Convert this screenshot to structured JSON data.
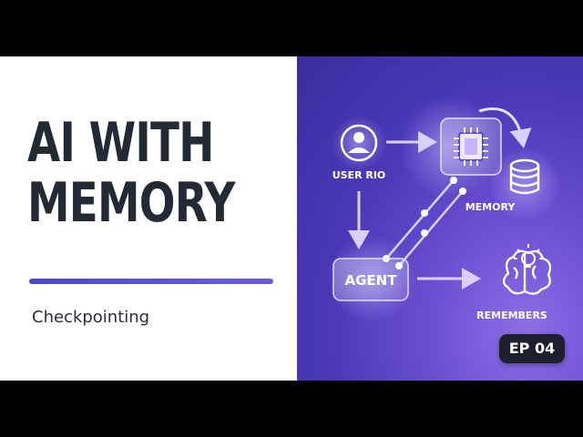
{
  "title": {
    "line1": "AI WITH",
    "line2": "MEMORY"
  },
  "subtitle": "Checkpointing",
  "diagram": {
    "user_label": "USER RIO",
    "memory_label": "MEMORY",
    "agent_label": "AGENT",
    "remembers_label": "REMEMBERS"
  },
  "badge": "EP 04",
  "icons": [
    "user-icon",
    "chip-icon",
    "database-icon",
    "brain-icon",
    "lightbulb-icon",
    "cycle-arrow-icon"
  ],
  "colors": {
    "title": "#232a36",
    "accent": "#4e47c9",
    "panel_dark": "#3a2c9e",
    "panel_light": "#8d6ee6",
    "badge_bg": "#1d1f2e"
  }
}
